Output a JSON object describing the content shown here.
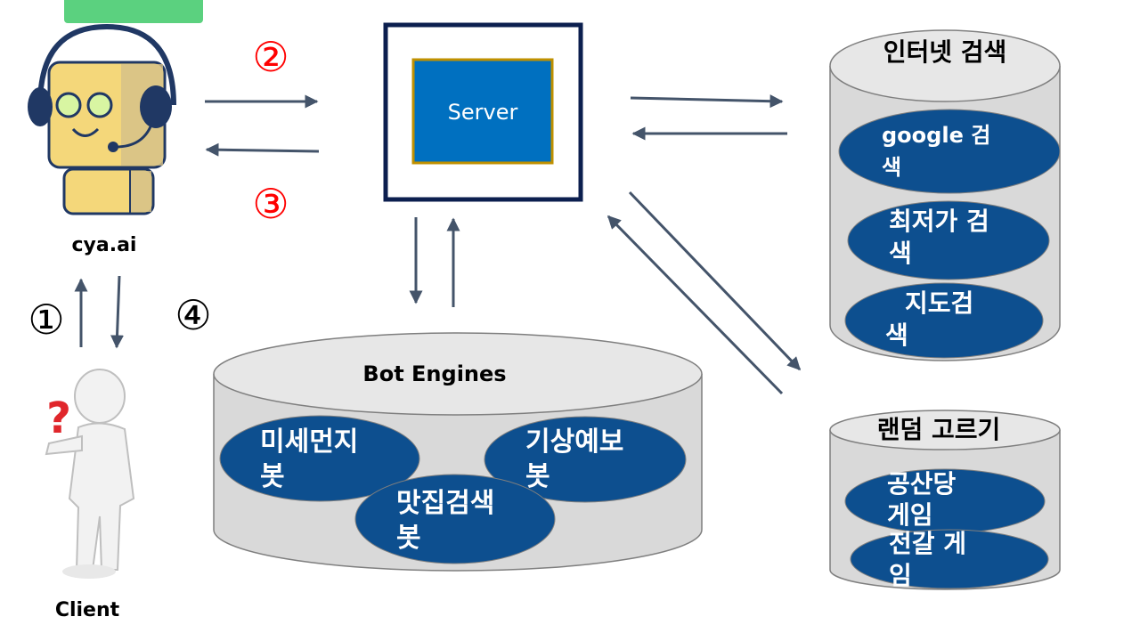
{
  "colors": {
    "arrow": "#44546a",
    "accent_red": "#ff0000",
    "ellipse_fill": "#0d4f8f",
    "cylinder_fill": "#d9d9d9",
    "server_fill": "#0070c0",
    "server_border": "#bf9000",
    "frame_border": "#0c1f4f",
    "top_tab": "#5bd17f"
  },
  "assistant": {
    "label": "cya.ai",
    "icon": "headset-robot-icon"
  },
  "client": {
    "label": "Client",
    "icon": "person-question-icon"
  },
  "server": {
    "label": "Server"
  },
  "steps": {
    "s1": "①",
    "s2": "②",
    "s3": "③",
    "s4": "④"
  },
  "internet_search": {
    "title": "인터넷 검색",
    "items": [
      {
        "line1": "google 검",
        "line2": "색"
      },
      {
        "line1": "최저가 검",
        "line2": "색"
      },
      {
        "line1": "지도검",
        "line2": "색"
      }
    ]
  },
  "random_pick": {
    "title": "랜덤 고르기",
    "items": [
      {
        "line1": "공산당",
        "line2": "게임"
      },
      {
        "line1": "전갈 게",
        "line2": "임"
      }
    ]
  },
  "bot_engines": {
    "title": "Bot Engines",
    "items": [
      {
        "line1": "미세먼지",
        "line2": "봇"
      },
      {
        "line1": "기상예보",
        "line2": "봇"
      },
      {
        "line1": "맛집검색",
        "line2": "봇"
      }
    ]
  }
}
